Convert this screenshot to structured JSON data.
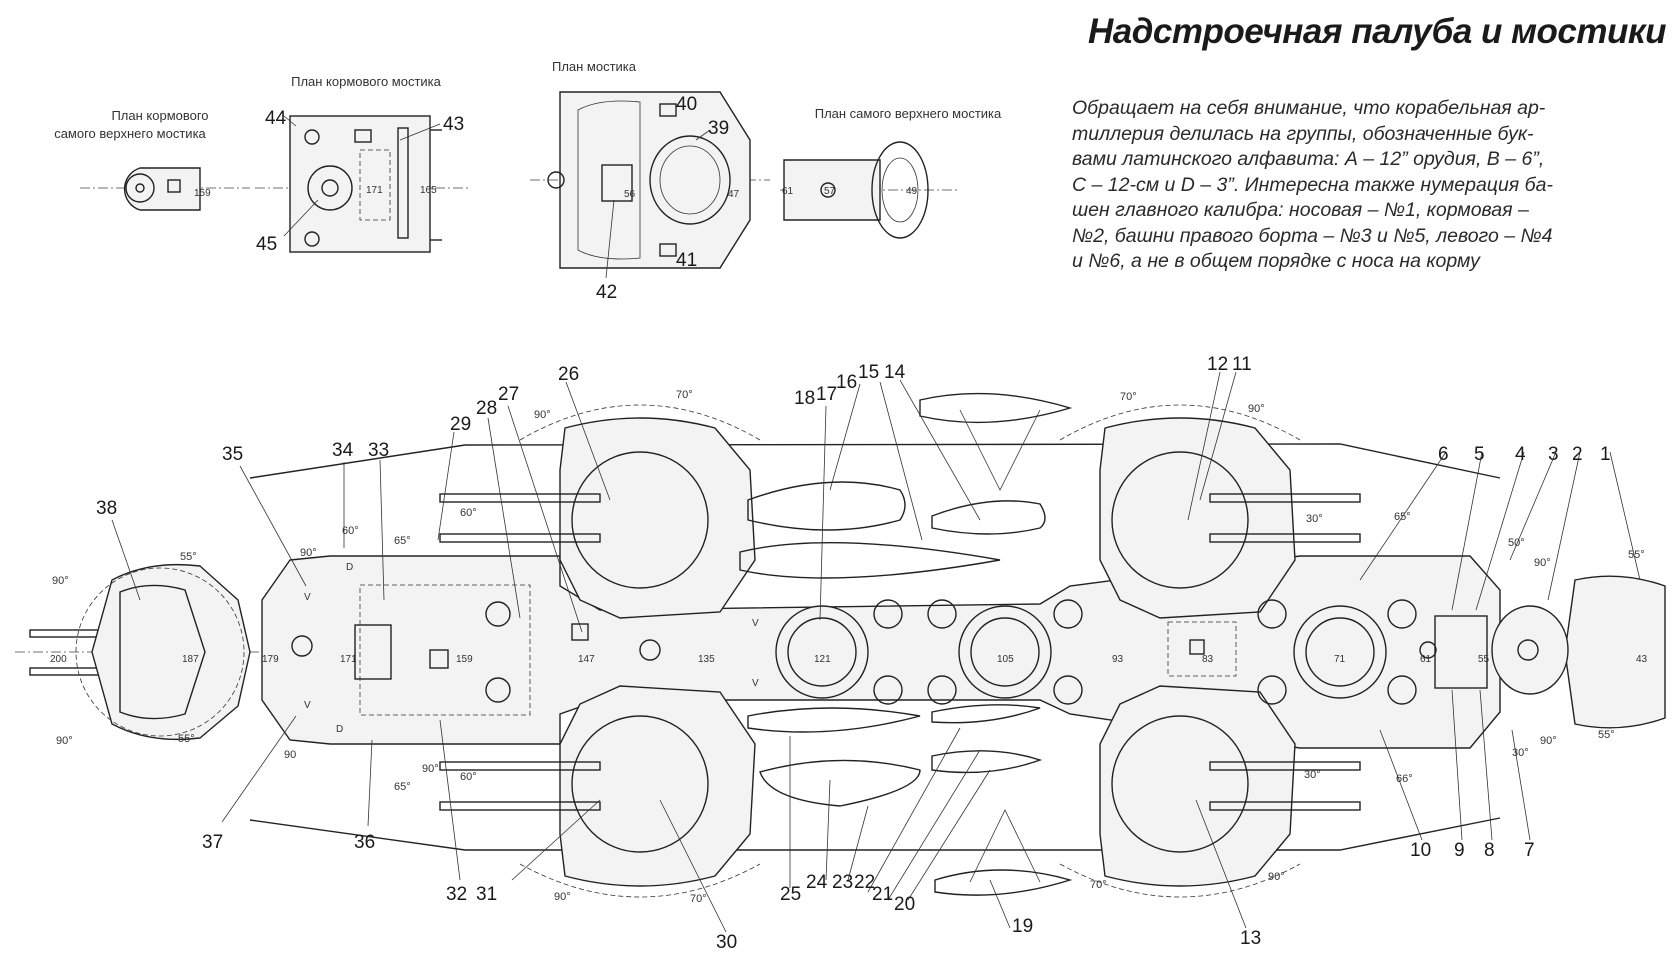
{
  "title": "Надстроечная палуба и мостики",
  "caption_lines": [
    "Обращает на себя внимание, что корабельная ар-",
    "тиллерия делилась на группы, обозначенные бук-",
    "вами латинского алфавита: А – 12” орудия, В – 6”,",
    "С – 12-см и D – 3”. Интересна также нумерация ба-",
    "шен главного калибра: носовая – №1, кормовая –",
    "№2, башни правого борта – №3 и №5, левого – №4",
    "и №6, а не в общем порядке с носа на корму"
  ],
  "plans": {
    "aft_top_bridge": {
      "label_line1": "План кормового",
      "label_line2": "самого верхнего мостика",
      "frame": "159"
    },
    "aft_bridge": {
      "label": "План кормового мостика",
      "frames": [
        "171",
        "165"
      ],
      "callouts": [
        "44",
        "43",
        "45"
      ]
    },
    "bridge": {
      "label": "План мостика",
      "frames": [
        "56",
        "47"
      ],
      "callouts": [
        "40",
        "39",
        "41",
        "42"
      ]
    },
    "top_bridge": {
      "label": "План самого верхнего мостика",
      "frames": [
        "61",
        "57",
        "49"
      ]
    }
  },
  "frames": [
    "200",
    "187",
    "179",
    "171",
    "159",
    "147",
    "135",
    "121",
    "105",
    "93",
    "83",
    "71",
    "61",
    "55",
    "43"
  ],
  "angles": [
    "70°",
    "90°",
    "65°",
    "60°",
    "55°",
    "90°",
    "90",
    "60°",
    "65°",
    "60°",
    "90°",
    "70°",
    "70°",
    "90°",
    "30°",
    "65°",
    "50°",
    "90°",
    "30°",
    "90°",
    "55°",
    "55°",
    "90°",
    "66°",
    "30°",
    "90°",
    "70°",
    "90°",
    "90°",
    "55°"
  ],
  "callouts": [
    "1",
    "2",
    "3",
    "4",
    "5",
    "6",
    "7",
    "8",
    "9",
    "10",
    "11",
    "12",
    "13",
    "14",
    "15",
    "16",
    "17",
    "18",
    "19",
    "20",
    "21",
    "22",
    "23",
    "24",
    "25",
    "26",
    "27",
    "28",
    "29",
    "30",
    "31",
    "32",
    "33",
    "34",
    "35",
    "36",
    "37",
    "38"
  ],
  "marks": {
    "v": "V",
    "d": "D"
  }
}
